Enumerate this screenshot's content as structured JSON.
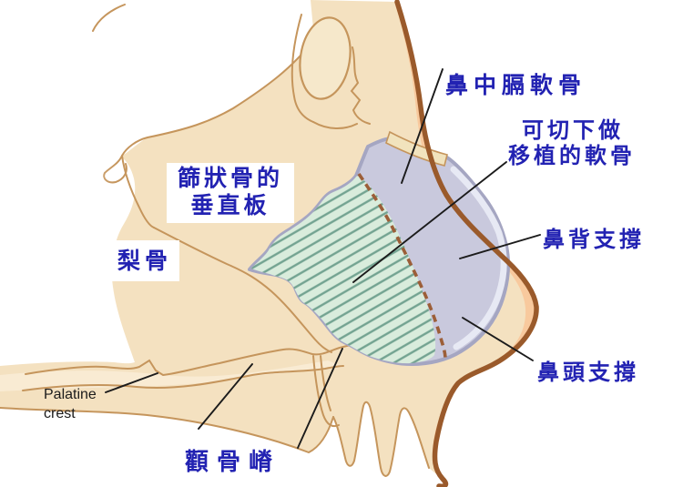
{
  "labels": {
    "septal_cartilage": "鼻中膈軟骨",
    "graft_cartilage": {
      "line1": "可切下做",
      "line2": "移植的軟骨"
    },
    "dorsal_support": "鼻背支撐",
    "tip_support": "鼻頭支撐",
    "ethmoid_plate": {
      "line1": "篩狀骨的",
      "line2": "垂直板"
    },
    "vomer": "梨骨",
    "palatine_crest": {
      "line1": "Palatine",
      "line2": "crest"
    },
    "maxillary_crest": "顴骨嵴"
  },
  "colors": {
    "background": "#ffffff",
    "label_blue": "#2222b2",
    "annotation_black": "#1b1b1b",
    "bone_fill": "#f4e1c0",
    "bone_light": "#f9ecd6",
    "bone_outline": "#c5955c",
    "sinus_fill": "#f6e8cb",
    "nose_outline": "#9a5a2b",
    "skin_peach": "#f8c99d",
    "cartilage_fill": "#c9c9dd",
    "cartilage_outline": "#a5a6c2",
    "cartilage_highlight": "#e9ebf4",
    "graft_fill": "#d9ecdc",
    "graft_stripe": "#73a391",
    "cut_line": "#9c5e38",
    "nasal_bone_wedge": "#f1e3bd"
  }
}
